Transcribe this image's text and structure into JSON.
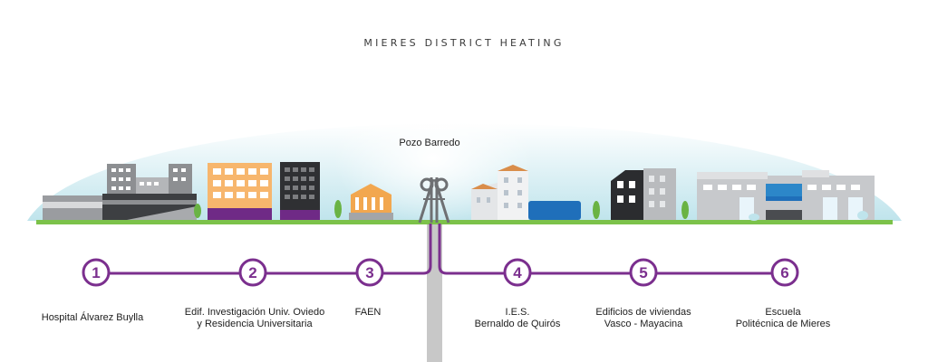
{
  "title": "MIERES DISTRICT HEATING",
  "source_label": "Pozo Barredo",
  "colors": {
    "accent": "#7b2f8e",
    "ground": "#7cc24a",
    "shaft": "#c8c8c8"
  },
  "stations": [
    {
      "number": "1",
      "lines": [
        "Hospital Álvarez Buylla"
      ]
    },
    {
      "number": "2",
      "lines": [
        "Edif. Investigación Univ. Oviedo",
        "y Residencia Universitaria"
      ]
    },
    {
      "number": "3",
      "lines": [
        "FAEN"
      ]
    },
    {
      "number": "4",
      "lines": [
        "I.E.S.",
        "Bernaldo de Quirós"
      ]
    },
    {
      "number": "5",
      "lines": [
        "Edificios de viviendas",
        "Vasco - Mayacina"
      ]
    },
    {
      "number": "6",
      "lines": [
        "Escuela",
        "Politécnica de Mieres"
      ]
    }
  ]
}
